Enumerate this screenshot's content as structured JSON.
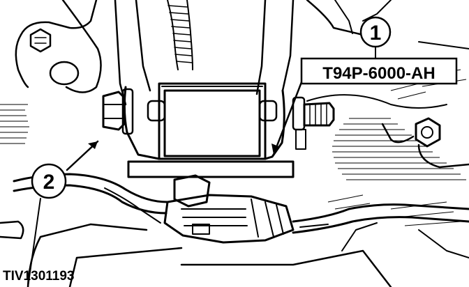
{
  "callouts": [
    {
      "number": "1"
    },
    {
      "number": "2"
    }
  ],
  "part_number": "T94P-6000-AH",
  "figure_id": "TIV1301193",
  "colors": {
    "ink": "#000000",
    "paper": "#ffffff"
  },
  "parts_drawn": [
    "engine-mount-bracket",
    "mounting-block",
    "base-plate",
    "bolt",
    "wiring-harness",
    "electrical-connector",
    "hex-nut"
  ]
}
